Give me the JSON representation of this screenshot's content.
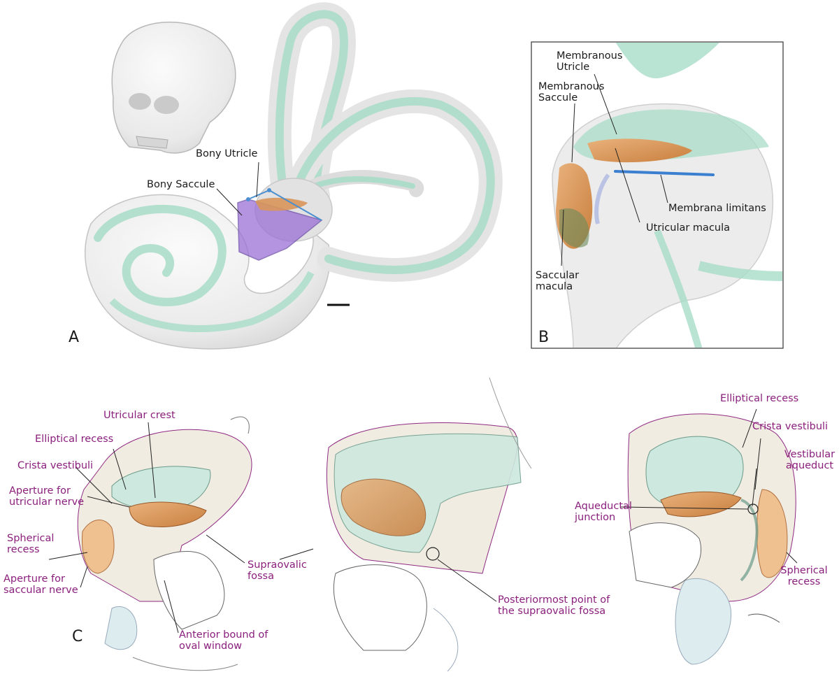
{
  "panel_a": {
    "letter": "A",
    "labels": {
      "bony_utricle": "Bony Utricle",
      "bony_saccule": "Bony Saccule"
    },
    "colors": {
      "membranous": "#a8dcc8",
      "bone": "#e6e6e6",
      "saccule": "#9b6fd6",
      "utricle": "#d9965a"
    }
  },
  "panel_b": {
    "letter": "B",
    "labels": {
      "membranous_utricle": "Membranous\nUtricle",
      "membranous_saccule": "Membranous\nSaccule",
      "membrana_limitans": "Membrana limitans",
      "utricular_macula": "Utricular macula",
      "saccular_macula": "Saccular\nmacula"
    }
  },
  "panel_c": {
    "letter": "C",
    "left_view": {
      "utricular_crest": "Utricular crest",
      "elliptical_recess": "Elliptical recess",
      "crista_vestibuli": "Crista vestibuli",
      "aperture_utricular": "Aperture for\nutricular nerve",
      "spherical_recess": "Spherical\nrecess",
      "aperture_saccular": "Aperture for\nsaccular nerve",
      "supraovalic_fossa": "Supraovalic\nfossa",
      "anterior_bound": "Anterior bound of\noval window"
    },
    "center_view": {
      "posteriormost_point": "Posteriormost point of\nthe supraovalic fossa"
    },
    "right_view": {
      "elliptical_recess": "Elliptical recess",
      "crista_vestibuli": "Crista vestibuli",
      "vestibular_aqueduct": "Vestibular\naqueduct",
      "aqueductal_junction": "Aqueductal\njunction",
      "spherical_recess": "Spherical\nrecess"
    },
    "label_color": "#8a1f7c"
  }
}
